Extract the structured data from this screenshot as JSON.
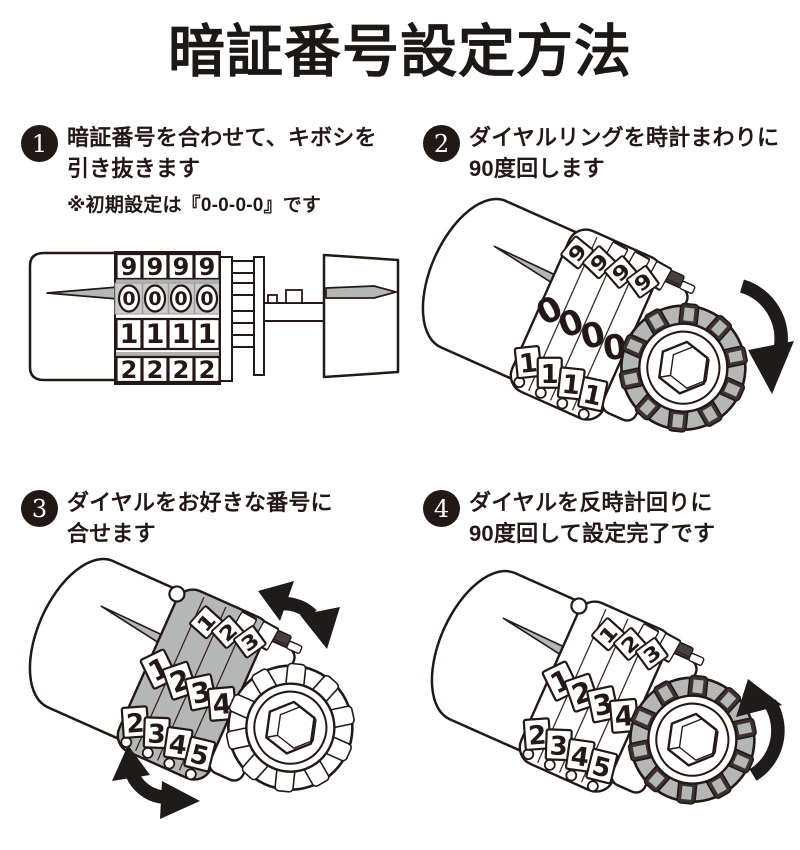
{
  "page": {
    "title": "暗証番号設定方法",
    "background": "#ffffff",
    "ink_color": "#231815",
    "highlight_gray": "#c9caca",
    "metal_gray": "#b5b6b6",
    "arrow_color": "#1f1b1a"
  },
  "steps": [
    {
      "number": "1",
      "lines": [
        "暗証番号を合わせて、キボシを",
        "引き抜きます"
      ],
      "note": "※初期設定は『0-0-0-0』です"
    },
    {
      "number": "2",
      "lines": [
        "ダイヤルリングを時計まわりに",
        "90度回します"
      ]
    },
    {
      "number": "3",
      "lines": [
        "ダイヤルをお好きな番号に",
        "合せます"
      ]
    },
    {
      "number": "4",
      "lines": [
        "ダイヤルを反時計回りに",
        "90度回して設定完了です"
      ]
    }
  ],
  "locks": {
    "step1": {
      "view": "side",
      "rows": [
        [
          "9",
          "9",
          "9",
          "9"
        ],
        [
          "0",
          "0",
          "0",
          "0"
        ],
        [
          "1",
          "1",
          "1",
          "1"
        ],
        [
          "2",
          "2",
          "2",
          "2"
        ]
      ],
      "highlighted_row": "0-0-0-0"
    },
    "step2": {
      "view": "perspective",
      "rows": [
        [
          "9",
          "9",
          "9",
          "9"
        ],
        [
          "0",
          "0",
          "0",
          "0"
        ],
        [
          "1",
          "1",
          "1",
          "1"
        ]
      ],
      "highlighted_part": "dial-ring",
      "rotation": "clockwise-90"
    },
    "step3": {
      "view": "perspective",
      "rows": [
        [
          "1",
          "2",
          "3"
        ],
        [
          "1",
          "2",
          "3",
          "4"
        ],
        [
          "2",
          "3",
          "4",
          "5"
        ]
      ],
      "highlighted_part": "number-wheels",
      "rotation": "both-directions"
    },
    "step4": {
      "view": "perspective",
      "rows": [
        [
          "1",
          "2",
          "3"
        ],
        [
          "1",
          "2",
          "3",
          "4"
        ],
        [
          "2",
          "3",
          "4",
          "5"
        ]
      ],
      "highlighted_part": "dial-ring",
      "rotation": "counterclockwise-90"
    }
  }
}
